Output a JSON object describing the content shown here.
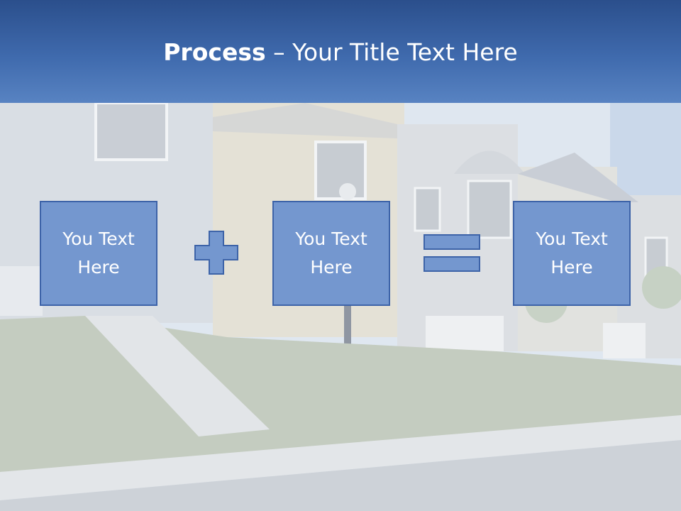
{
  "title": {
    "bold": "Process",
    "rest": " – Your Title Text Here"
  },
  "boxes": [
    {
      "text": "You Text Here"
    },
    {
      "text": "You Text Here"
    },
    {
      "text": "You Text Here"
    }
  ],
  "colors": {
    "header": "#3f6aad",
    "box_fill": "#7497cf",
    "box_border": "#3d63a8",
    "title_text": "#ffffff"
  },
  "icons": {
    "operator_1": "plus-icon",
    "operator_2": "equals-icon"
  }
}
